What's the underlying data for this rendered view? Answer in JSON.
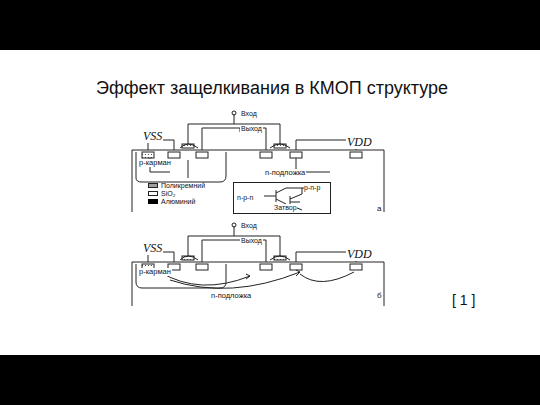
{
  "diagram": {
    "title": "Эффект защелкивания в КМОП структуре",
    "nodes": [
      {
        "text": [
          "p-n-p",
          "n-p-n",
          "Затвор"
        ]
      }
    ],
    "labels": [
      "VSS",
      "Вход",
      "Выход",
      "VDD",
      "p-карман",
      "n-подложка",
      "а",
      "VSS",
      "Вход",
      "Выход",
      "VDD",
      "p-карман",
      "n-подложка",
      "б",
      "[ 1 ]"
    ],
    "legend": [
      {
        "text": "Поликремний"
      },
      {
        "text": "SiO₂"
      },
      {
        "text": "Алюминий",
        "color": "#000000"
      }
    ]
  }
}
